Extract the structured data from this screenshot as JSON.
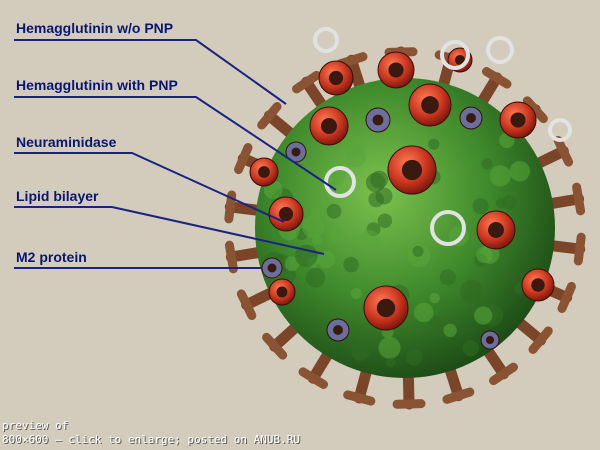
{
  "labels": {
    "hemagglutinin_without_pnp": "Hemagglutinin w/o PNP",
    "hemagglutinin_with_pnp": "Hemagglutinin with PNP",
    "neuraminidase": "Neuraminidase",
    "lipid_bilayer": "Lipid bilayer",
    "m2_protein": "M2 protein"
  },
  "footer": {
    "line1": "preview of",
    "line2": "800×600 – click to enlarge; posted on ANUB.RU"
  },
  "colors": {
    "background": "#d3cbbb",
    "label_text": "#0b1670",
    "leader_line": "#1a2380",
    "envelope": "#3f8a2c",
    "hemagglutinin": "#8a5434",
    "neuraminidase_ring": "#c8341e",
    "m2_ring": "#6a6f9c",
    "pnp_ring": "#d8d8d8"
  }
}
